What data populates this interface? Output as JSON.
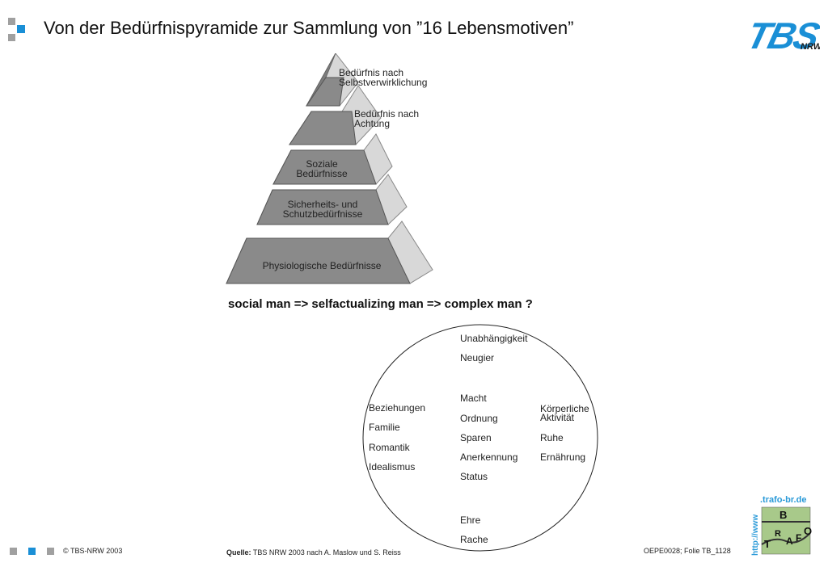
{
  "header": {
    "title": "Von der Bedürfnispyramide zur Sammlung von ”16 Lebensmotiven”",
    "logo_text": "TBS",
    "logo_sub": "NRW",
    "brand_color": "#1a8fd6"
  },
  "pyramid": {
    "levels": [
      {
        "line1": "Bedürfnis nach",
        "line2": "Selbstverwirklichung"
      },
      {
        "line1": "Bedürfnis nach",
        "line2": "Achtung"
      },
      {
        "line1": "Soziale",
        "line2": "Bedürfnisse"
      },
      {
        "line1": "Sicherheits- und",
        "line2": "Schutzbedürfnisse"
      },
      {
        "line1": "Physiologische Bedürfnisse",
        "line2": ""
      }
    ]
  },
  "tagline": "social man => selfactualizing man => complex man ?",
  "motives": {
    "top": [
      "Unabhängigkeit",
      "Neugier"
    ],
    "left": [
      "Beziehungen",
      "Familie",
      "Romantik",
      "Idealismus"
    ],
    "center": [
      "Macht",
      "Ordnung",
      "Sparen",
      "Anerkennung",
      "Status"
    ],
    "right": [
      "Körperliche",
      "Aktivität",
      "Ruhe",
      "Ernährung"
    ],
    "bottom": [
      "Ehre",
      "Rache"
    ]
  },
  "footer": {
    "copyright": "© TBS-NRW 2003",
    "source_label": "Quelle:",
    "source_text": "TBS NRW 2003 nach A. Maslow und S. Reiss",
    "slide_id": "OEPE0028; Folie TB_1128",
    "badge_url": ".trafo-br.de",
    "badge_prefix": "http://www",
    "badge_letters": [
      "B",
      "T",
      "R",
      "A",
      "F",
      "O"
    ]
  }
}
